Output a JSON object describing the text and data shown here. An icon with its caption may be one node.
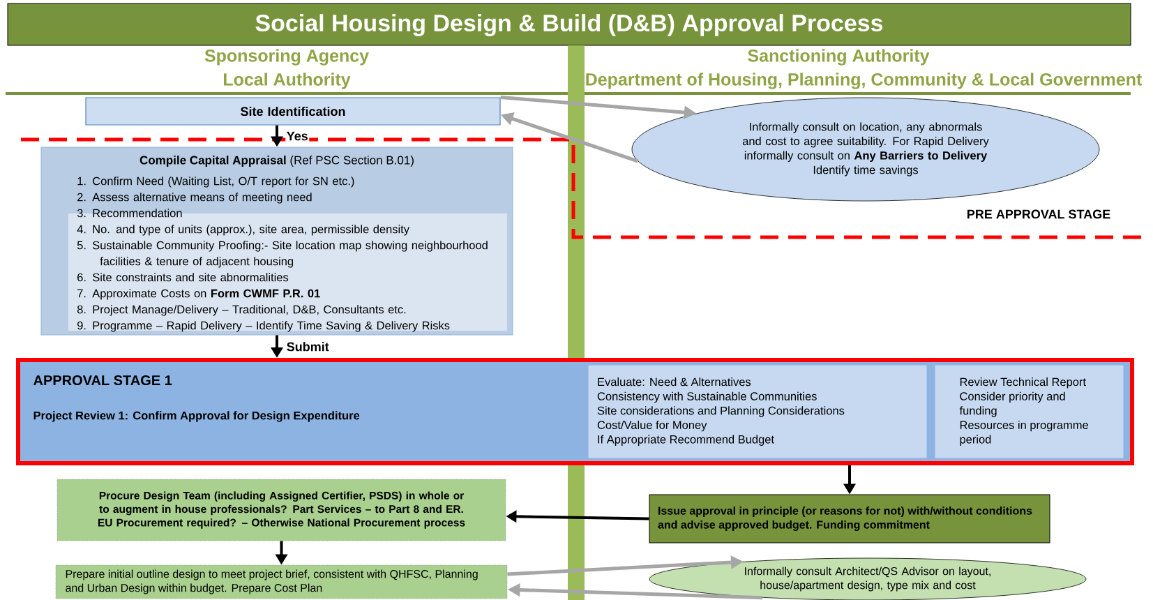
{
  "diagram": {
    "title": "Social Housing Design & Build (D&B) Approval Process",
    "nodes": [
      {
        "text": [
          "Site Identification"
        ]
      },
      {
        "text": [
          "**Compile Capital Appraisal** (Ref PSC Section B.01)",
          "1. Confirm Need (Waiting List, O/T report for SN etc.)",
          "2. Assess alternative means of meeting need",
          "3. Recommendation",
          "4. No. and type of units (approx.), site area, permissible density",
          "5. Sustainable Community Proofing:- Site location map showing neighbourhood facilities & tenure of adjacent housing",
          "6. Site constraints and site abnormalities",
          "7. Approximate Costs on **Form CWMF P.R. 01**",
          "8. Project Manage/Delivery – Traditional, D&B, Consultants etc.",
          "9. Programme – Rapid Delivery – Identify Time Saving & Delivery Risks"
        ]
      },
      {
        "text": [
          "Informally consult on location, any abnormals and cost to agree suitability. For Rapid Delivery informally consult on **Any Barriers to Delivery**",
          "Identify time savings"
        ]
      },
      {
        "text": [
          "APPROVAL STAGE 1",
          "Project Review 1:  Confirm Approval for Design Expenditure"
        ]
      },
      {
        "text": [
          "Evaluate:  Need & Alternatives",
          "Consistency with Sustainable Communities",
          "Site considerations and Planning Considerations",
          "Cost/Value for Money",
          "If Appropriate Recommend Budget"
        ],
        "in": 3
      },
      {
        "text": [
          "Review Technical Report",
          "Consider priority and funding",
          "Resources in programme period"
        ],
        "in": 3
      },
      {
        "text": [
          "Procure Design Team (including Assigned Certifier, PSDS)  in whole or to augment in house professionals? Part Services – to Part 8 and ER. EU Procurement required? – Otherwise National Procurement process"
        ]
      },
      {
        "text": [
          "Issue approval in principle (or reasons for not) with/without conditions and advise approved budget.  Funding commitment"
        ]
      },
      {
        "text": [
          "Prepare initial outline design to meet project brief, consistent with QHFSC, Planning and Urban Design within budget. Prepare Cost Plan"
        ]
      },
      {
        "text": [
          "Informally consult Architect/QS Advisor on layout, house/apartment design, type mix and cost"
        ]
      }
    ],
    "edges": [
      {
        "from": 0,
        "to": 1,
        "arrow": "to",
        "label": "Yes"
      },
      {
        "from": 0,
        "to": 2,
        "arrow": "to",
        "color": "#a6a6a6"
      },
      {
        "from": 2,
        "to": 0,
        "arrow": "to",
        "color": "#a6a6a6"
      },
      {
        "from": 1,
        "to": 3,
        "arrow": "to",
        "label": "Submit"
      },
      {
        "from": 3,
        "to": 7,
        "arrow": "to"
      },
      {
        "from": 7,
        "to": 6,
        "arrow": "to"
      },
      {
        "from": 6,
        "to": 8,
        "arrow": "to"
      },
      {
        "from": 8,
        "to": 9,
        "arrow": "to",
        "color": "#a6a6a6"
      },
      {
        "from": 9,
        "to": 8,
        "arrow": "to",
        "color": "#a6a6a6"
      }
    ],
    "labels": [
      "Sponsoring Agency",
      "Local Authority",
      "Sanctioning Authority",
      "Department of Housing, Planning, Community & Local Government",
      "PRE APPROVAL STAGE"
    ]
  }
}
